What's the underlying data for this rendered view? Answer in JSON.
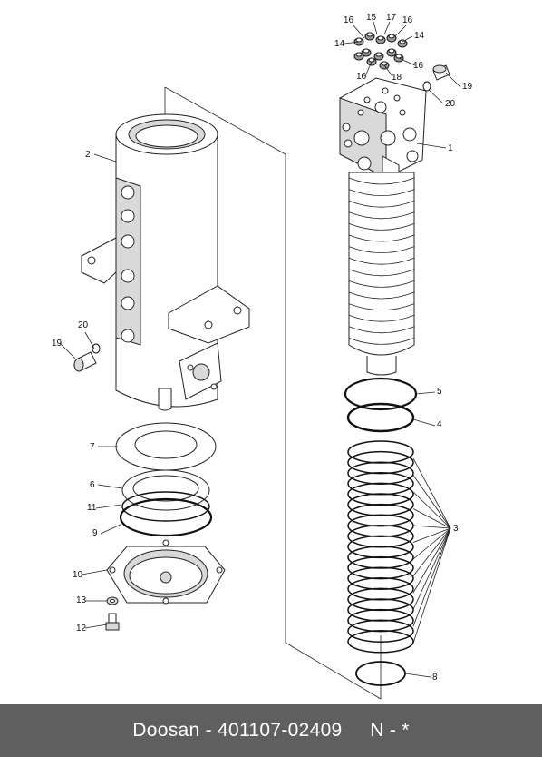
{
  "diagram": {
    "callouts": [
      "1",
      "2",
      "3",
      "4",
      "5",
      "6",
      "7",
      "8",
      "9",
      "10",
      "11",
      "12",
      "13",
      "14",
      "14",
      "15",
      "16",
      "16",
      "16",
      "16",
      "17",
      "18",
      "19",
      "19",
      "20",
      "20"
    ]
  },
  "footer": {
    "brand": "Doosan",
    "separator": " - ",
    "part_number": "401107-02409",
    "suffix": "N - *"
  }
}
